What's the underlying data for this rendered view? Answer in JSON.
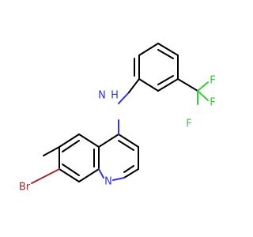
{
  "diagram": {
    "colors": {
      "bond": "#000000",
      "nitrogen": "#3333dd",
      "bromine": "#a52a2a",
      "fluorine": "#33cc33"
    },
    "atoms": {
      "n_ring": "N",
      "n_amine": "N",
      "h_amine": "H",
      "br": "Br",
      "f1": "F",
      "f2": "F",
      "f3": "F"
    }
  }
}
